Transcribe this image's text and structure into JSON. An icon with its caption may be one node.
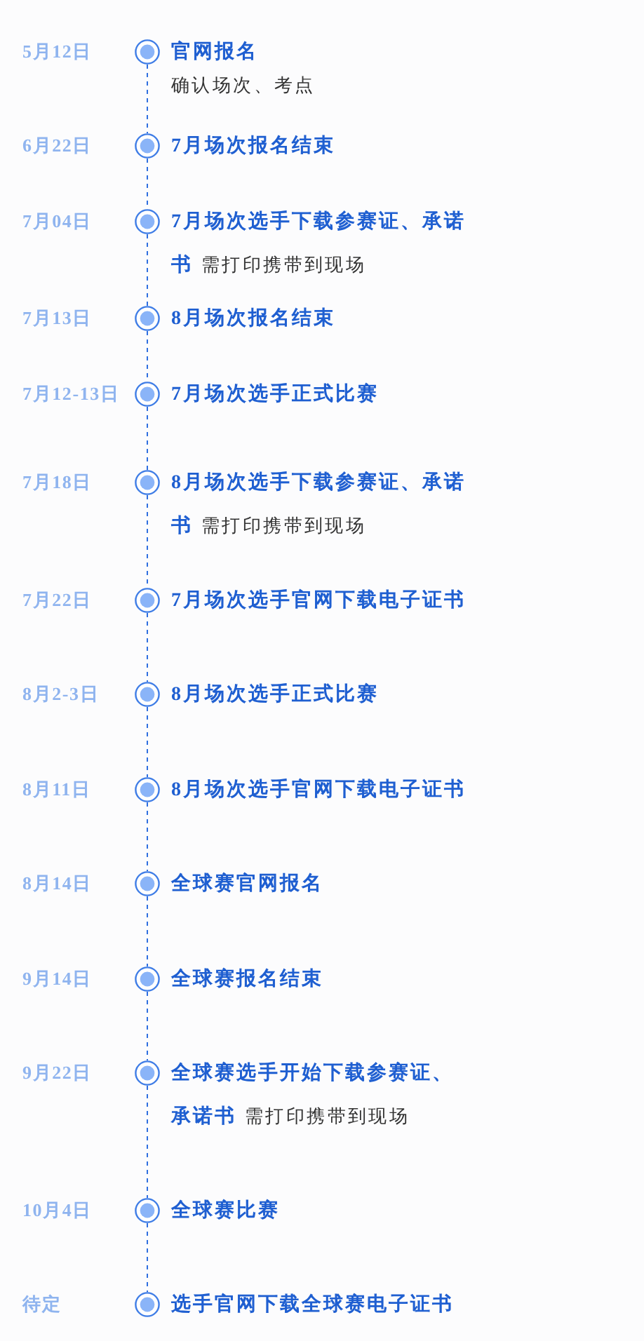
{
  "diagram": {
    "nodes": [
      {
        "text": [],
        "shape": "circle",
        "beside": [
          "5月12日",
          "官网报名",
          "确认场次、考点"
        ]
      },
      {
        "text": [],
        "shape": "circle",
        "beside": [
          "6月22日",
          "7月场次报名结束"
        ]
      },
      {
        "text": [],
        "shape": "circle",
        "beside": [
          "7月04日",
          "7月场次选手下载参赛证、承诺书",
          "需打印携带到现场"
        ]
      },
      {
        "text": [],
        "shape": "circle",
        "beside": [
          "7月13日",
          "8月场次报名结束"
        ]
      },
      {
        "text": [],
        "shape": "circle",
        "beside": [
          "7月12-13日",
          "7月场次选手正式比赛"
        ]
      },
      {
        "text": [],
        "shape": "circle",
        "beside": [
          "7月18日",
          "8月场次选手下载参赛证、承诺书",
          "需打印携带到现场"
        ]
      },
      {
        "text": [],
        "shape": "circle",
        "beside": [
          "7月22日",
          "7月场次选手官网下载电子证书"
        ]
      },
      {
        "text": [],
        "shape": "circle",
        "beside": [
          "8月2-3日",
          "8月场次选手正式比赛"
        ]
      },
      {
        "text": [],
        "shape": "circle",
        "beside": [
          "8月11日",
          "8月场次选手官网下载电子证书"
        ]
      },
      {
        "text": [],
        "shape": "circle",
        "beside": [
          "8月14日",
          "全球赛官网报名"
        ]
      },
      {
        "text": [],
        "shape": "circle",
        "beside": [
          "9月14日",
          "全球赛报名结束"
        ]
      },
      {
        "text": [],
        "shape": "circle",
        "beside": [
          "9月22日",
          "全球赛选手开始下载参赛证、承诺书",
          "需打印携带到现场"
        ]
      },
      {
        "text": [],
        "shape": "circle",
        "beside": [
          "10月4日",
          "全球赛比赛"
        ]
      },
      {
        "text": [],
        "shape": "circle",
        "beside": [
          "选手官网下载全球赛电子证书"
        ]
      }
    ],
    "edges": [
      {
        "from": 0,
        "to": 1,
        "arrow": "none",
        "style": "dashed"
      },
      {
        "from": 1,
        "to": 2,
        "arrow": "none",
        "style": "dashed"
      },
      {
        "from": 2,
        "to": 3,
        "arrow": "none",
        "style": "dashed"
      },
      {
        "from": 3,
        "to": 4,
        "arrow": "none",
        "style": "dashed"
      },
      {
        "from": 4,
        "to": 5,
        "arrow": "none",
        "style": "dashed"
      },
      {
        "from": 5,
        "to": 6,
        "arrow": "none",
        "style": "dashed"
      },
      {
        "from": 6,
        "to": 7,
        "arrow": "none",
        "style": "dashed"
      },
      {
        "from": 7,
        "to": 8,
        "arrow": "none",
        "style": "dashed"
      },
      {
        "from": 8,
        "to": 9,
        "arrow": "none",
        "style": "dashed"
      },
      {
        "from": 9,
        "to": 10,
        "arrow": "none",
        "style": "dashed"
      },
      {
        "from": 10,
        "to": 11,
        "arrow": "none",
        "style": "dashed"
      },
      {
        "from": 11,
        "to": 12,
        "arrow": "none",
        "style": "dashed"
      },
      {
        "from": 12,
        "to": 13,
        "arrow": "none",
        "style": "dashed"
      }
    ],
    "labels": [
      "待定"
    ]
  }
}
